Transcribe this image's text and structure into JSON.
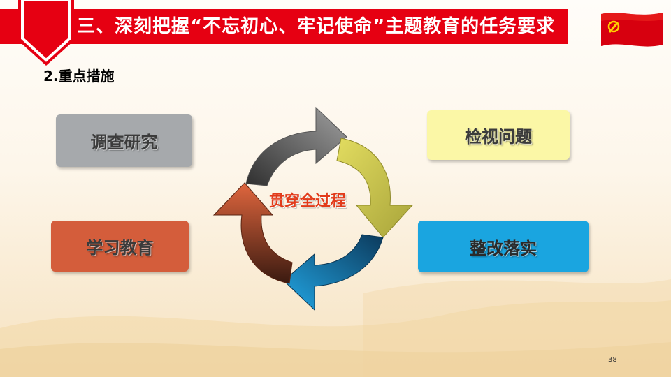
{
  "header": {
    "title": "三、深刻把握“不忘初心、牢记使命”主题教育的任务要求"
  },
  "section": {
    "subtitle": "2.重点措施"
  },
  "cycle": {
    "center_label": "贯穿全过程",
    "items": [
      {
        "label": "调查研究",
        "color": "#a6a9ac"
      },
      {
        "label": "检视问题",
        "color": "#fbf7a6"
      },
      {
        "label": "学习教育",
        "color": "#d45d3b"
      },
      {
        "label": "整改落实",
        "color": "#1aa5e0"
      }
    ]
  },
  "footer": {
    "page_number": "38"
  },
  "colors": {
    "accent_red": "#e60012"
  }
}
